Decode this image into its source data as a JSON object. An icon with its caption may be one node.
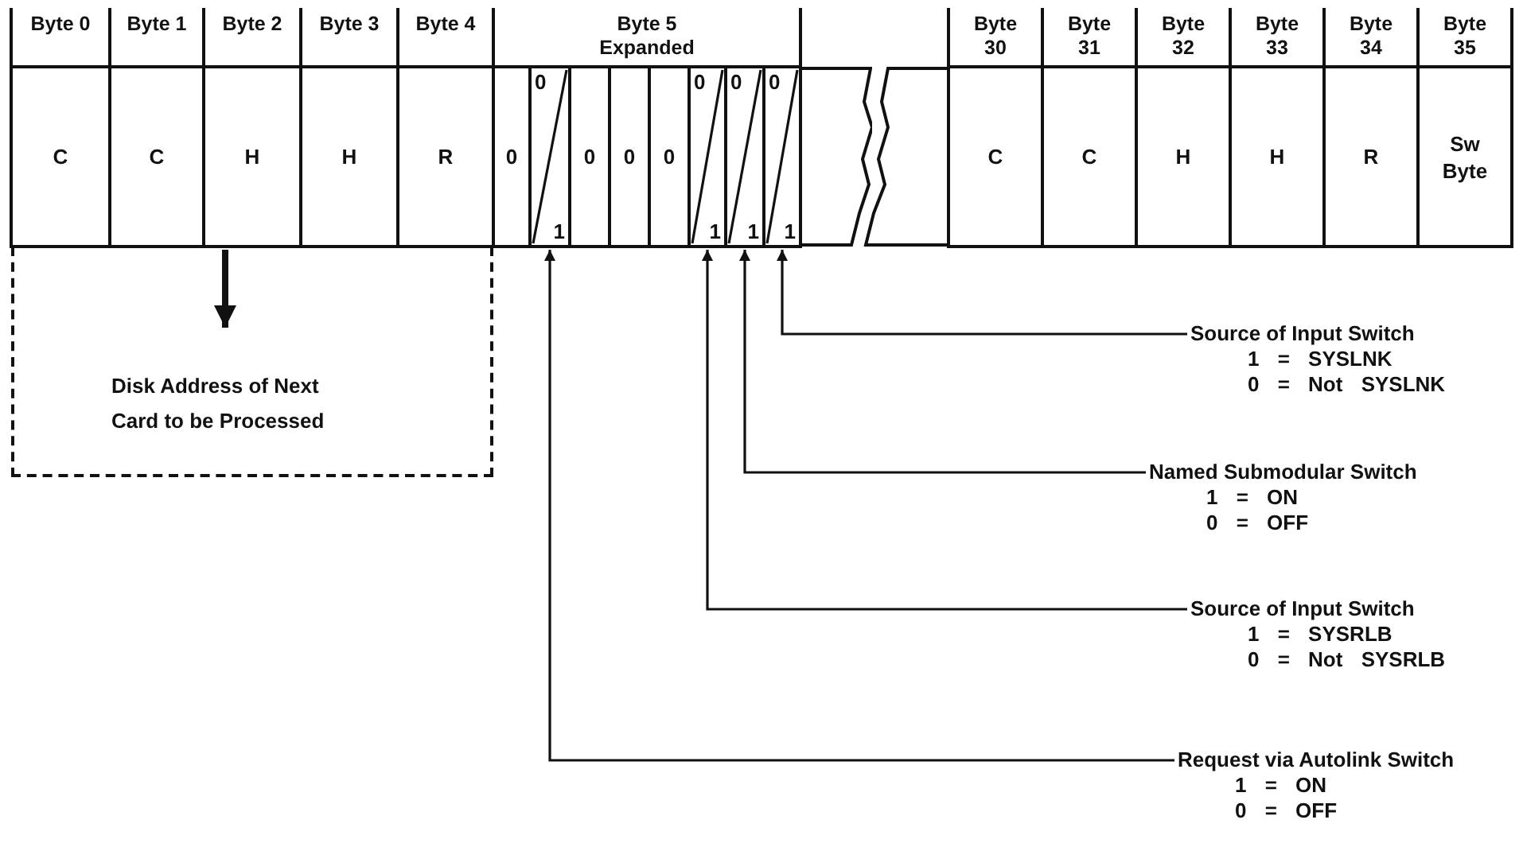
{
  "diagram": {
    "nodes": [
      {
        "text": [
          "C"
        ]
      },
      {
        "text": [
          "C"
        ]
      },
      {
        "text": [
          "H"
        ]
      },
      {
        "text": [
          "H"
        ]
      },
      {
        "text": [
          "R"
        ]
      },
      {
        "text": [
          "0"
        ]
      },
      {
        "text": [
          "0",
          "1"
        ]
      },
      {
        "text": [
          "0"
        ]
      },
      {
        "text": [
          "0"
        ]
      },
      {
        "text": [
          "0"
        ]
      },
      {
        "text": [
          "0",
          "1"
        ]
      },
      {
        "text": [
          "0",
          "1"
        ]
      },
      {
        "text": [
          "0",
          "1"
        ]
      },
      {
        "text": [],
        "shape": "box"
      },
      {
        "text": [],
        "shape": "box"
      },
      {
        "text": [
          "C"
        ]
      },
      {
        "text": [
          "C"
        ]
      },
      {
        "text": [
          "H"
        ]
      },
      {
        "text": [
          "H"
        ]
      },
      {
        "text": [
          "R"
        ]
      },
      {
        "text": [
          "Sw Byte"
        ]
      },
      {
        "text": [],
        "shape": "box"
      },
      {
        "text": [
          "Disk Address of Next Card to be Processed"
        ],
        "in": 21
      },
      {
        "text": [
          "Source of Input Switch",
          "1 = SYSLNK",
          "0 = Not SYSLNK"
        ]
      },
      {
        "text": [
          "Named Submodular Switch",
          "1 = ON",
          "0 = OFF"
        ]
      },
      {
        "text": [
          "Source of Input Switch",
          "1 = SYSRLB",
          "0 = Not SYSRLB"
        ]
      },
      {
        "text": [
          "Request via Autolink Switch",
          "1 = ON",
          "0 = OFF"
        ]
      }
    ],
    "edges": [
      {
        "from": 2,
        "to": 22,
        "arrow": "to",
        "style": "thick"
      },
      {
        "from": 23,
        "to": 12,
        "arrow": "to"
      },
      {
        "from": 24,
        "to": 11,
        "arrow": "to"
      },
      {
        "from": 25,
        "to": 10,
        "arrow": "to"
      },
      {
        "from": 26,
        "to": 6,
        "arrow": "to"
      }
    ],
    "labels": [
      "Byte 0",
      "Byte 1",
      "Byte 2",
      "Byte 3",
      "Byte 4",
      "Byte 5 Expanded",
      "Byte 30",
      "Byte 31",
      "Byte 32",
      "Byte 33",
      "Byte 34",
      "Byte 35"
    ]
  }
}
